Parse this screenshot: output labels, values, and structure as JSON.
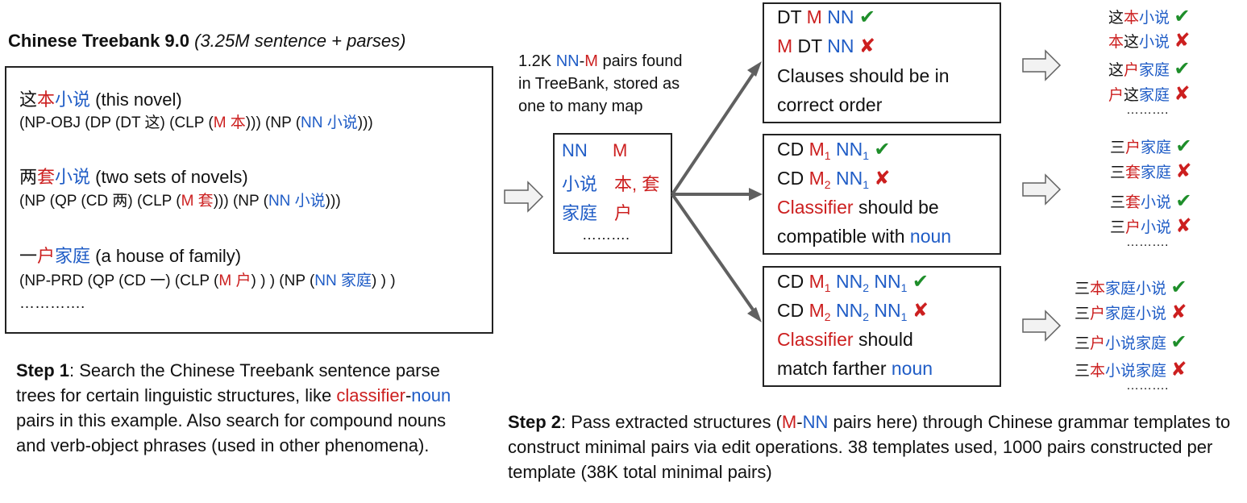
{
  "header": {
    "title_bold": "Chinese Treebank 9.0",
    "title_italic": "(3.25M sentence + parses)"
  },
  "examples": [
    {
      "det": "这",
      "cls": "本",
      "noun": "小说",
      "gloss": " (this novel)",
      "parse": [
        "(NP-OBJ (DP (DT 这) (CLP (",
        "M 本",
        "))) (NP (",
        "NN 小说",
        ")))"
      ]
    },
    {
      "det": "两",
      "cls": "套",
      "noun": "小说",
      "gloss": " (two sets of novels)",
      "parse": [
        "(NP (QP (CD 两) (CLP (",
        "M 套",
        "))) (NP (",
        "NN 小说",
        ")))"
      ]
    },
    {
      "det": "一",
      "cls": "户",
      "noun": "家庭",
      "gloss": " (a house of family)",
      "parse": [
        "(NP-PRD (QP (CD 一) (CLP (",
        "M 户",
        ") ) ) (NP (",
        "NN 家庭",
        ") ) )"
      ]
    }
  ],
  "examples_ellipsis": "………….",
  "pairs_note": {
    "parts": [
      "1.2K ",
      "NN",
      "-",
      "M",
      " pairs found"
    ],
    "line2": "in TreeBank, stored as",
    "line3": "one to many map"
  },
  "map_box": {
    "head_nn": "NN",
    "head_m": "M",
    "rows": [
      {
        "nn": "小说",
        "m": "本, 套"
      },
      {
        "nn": "家庭",
        "m": "户"
      }
    ],
    "ellipsis": "………."
  },
  "templates": [
    {
      "line1": [
        "DT ",
        "M",
        " ",
        "NN"
      ],
      "line2": [
        "M",
        " DT ",
        "NN"
      ],
      "desc1": "Clauses should be in",
      "desc2": "correct order"
    },
    {
      "line1": [
        "CD ",
        "M",
        "1",
        " ",
        "NN",
        "1"
      ],
      "line2": [
        "CD ",
        "M",
        "2",
        " ",
        "NN",
        "1"
      ],
      "desc1_red": "Classifier",
      "desc1_rest": " should be",
      "desc2_plain": "compatible with ",
      "desc2_blue": "noun"
    },
    {
      "line1": [
        "CD ",
        "M",
        "1",
        " ",
        "NN",
        "2",
        " ",
        "NN",
        "1"
      ],
      "line2": [
        "CD ",
        "M",
        "2",
        " ",
        "NN",
        "2",
        " ",
        "NN",
        "1"
      ],
      "desc1_red": "Classifier",
      "desc1_rest": " should",
      "desc2_plain": "match farther ",
      "desc2_blue": "noun"
    }
  ],
  "check": "✔",
  "cross": "✘",
  "results": [
    [
      {
        "a": "这",
        "b": "本",
        "c": "小说",
        "ok": true,
        "order": "abc"
      },
      {
        "a": "本",
        "b": "这",
        "c": "小说",
        "ok": false,
        "order": "bac"
      },
      {
        "a": "这",
        "b": "户",
        "c": "家庭",
        "ok": true,
        "order": "abc"
      },
      {
        "a": "户",
        "b": "这",
        "c": "家庭",
        "ok": false,
        "order": "bac"
      }
    ],
    [
      {
        "a": "三",
        "b": "户",
        "c": "家庭",
        "ok": true
      },
      {
        "a": "三",
        "b": "套",
        "c": "家庭",
        "ok": false
      },
      {
        "a": "三",
        "b": "套",
        "c": "小说",
        "ok": true
      },
      {
        "a": "三",
        "b": "户",
        "c": "小说",
        "ok": false
      }
    ],
    [
      {
        "a": "三",
        "b": "本",
        "c": "家庭小说",
        "ok": true
      },
      {
        "a": "三",
        "b": "户",
        "c": "家庭小说",
        "ok": false
      },
      {
        "a": "三",
        "b": "户",
        "c": "小说家庭",
        "ok": true
      },
      {
        "a": "三",
        "b": "本",
        "c": "小说家庭",
        "ok": false
      }
    ]
  ],
  "results_ellipsis": "……….",
  "step1": {
    "bold": "Step 1",
    "text1": ": Search the Chinese Treebank sentence parse trees for certain linguistic structures, like ",
    "red": "classifier",
    "dash": "-",
    "blue": "noun",
    "text2": " pairs in this example. Also search for compound nouns and verb-object phrases (used in other phenomena)."
  },
  "step2": {
    "bold": "Step 2",
    "text1": ": Pass extracted structures (",
    "red": "M",
    "dash": "-",
    "blue": "NN",
    "text2": " pairs here) through Chinese grammar templates to construct minimal pairs via edit operations. 38 templates used, 1000 pairs constructed per template (38K total minimal pairs)"
  },
  "colors": {
    "red": "#cc1f1f",
    "blue": "#1f5cc6",
    "green": "#1e8e2a",
    "border": "#222222",
    "arrow": "#606060"
  }
}
